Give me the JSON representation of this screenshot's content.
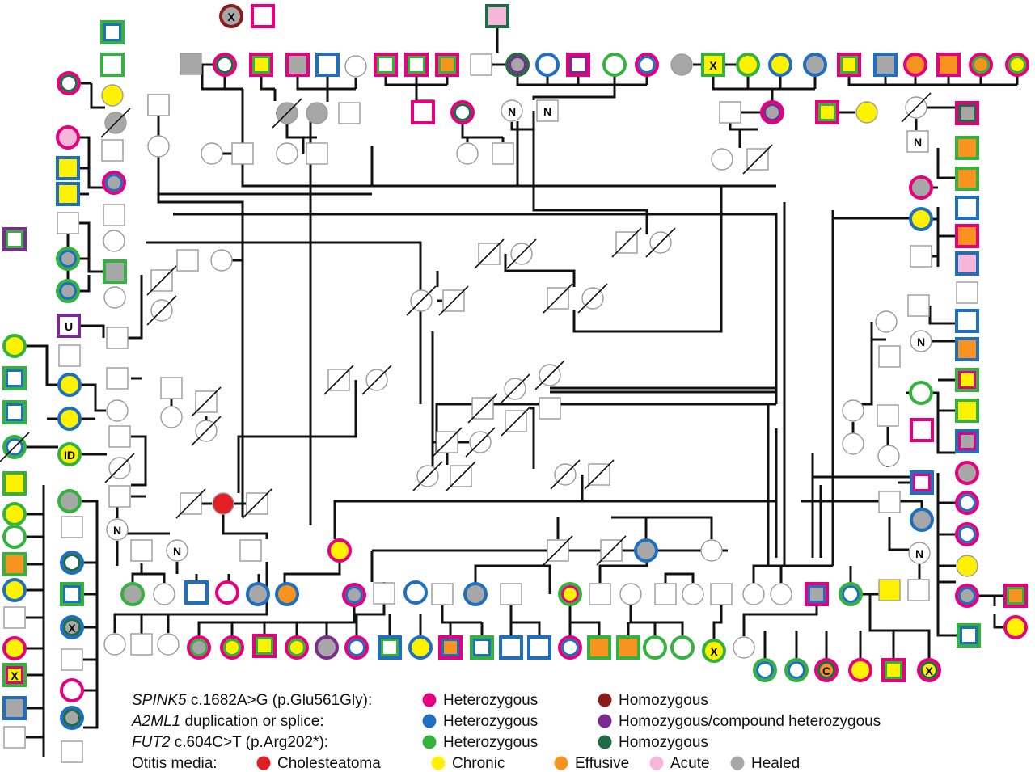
{
  "colors": {
    "spink5_het": "#e6007e",
    "spink5_hom": "#8b1a1a",
    "a2ml1_het": "#1f6fc0",
    "a2ml1_hom": "#7b2a8f",
    "fut2_het": "#33b33d",
    "fut2_hom": "#1f6b45",
    "cholesteatoma": "#e31e24",
    "chronic": "#fff200",
    "effusive": "#f7931e",
    "acute": "#f6b6d9",
    "healed": "#a7a7a7",
    "unknown": "#9a9a9a"
  },
  "legend": {
    "rows": [
      {
        "gene_italic": "SPINK5",
        "gene_rest": " c.1682A>G (p.Glu561Gly):",
        "items": [
          {
            "label": "Heterozygous",
            "color": "spink5_het"
          },
          {
            "label": "Homozygous",
            "color": "spink5_hom"
          }
        ]
      },
      {
        "gene_italic": "A2ML1",
        "gene_rest": " duplication or splice:",
        "items": [
          {
            "label": "Heterozygous",
            "color": "a2ml1_het"
          },
          {
            "label": "Homozygous/compound heterozygous",
            "color": "a2ml1_hom"
          }
        ]
      },
      {
        "gene_italic": "FUT2",
        "gene_rest": " c.604C>T (p.Arg202*):",
        "items": [
          {
            "label": "Heterozygous",
            "color": "fut2_het"
          },
          {
            "label": "Homozygous",
            "color": "fut2_hom"
          }
        ]
      },
      {
        "gene_italic": "",
        "gene_rest": "Otitis media:",
        "items": [
          {
            "label": "Cholesteatoma",
            "color": "cholesteatoma"
          },
          {
            "label": "Chronic",
            "color": "chronic"
          },
          {
            "label": "Effusive",
            "color": "effusive"
          },
          {
            "label": "Acute",
            "color": "acute"
          },
          {
            "label": "Healed",
            "color": "healed"
          }
        ]
      }
    ]
  },
  "node_labels": {
    "x": "X",
    "n": "N",
    "u": "U",
    "id": "ID",
    "c": "C"
  }
}
